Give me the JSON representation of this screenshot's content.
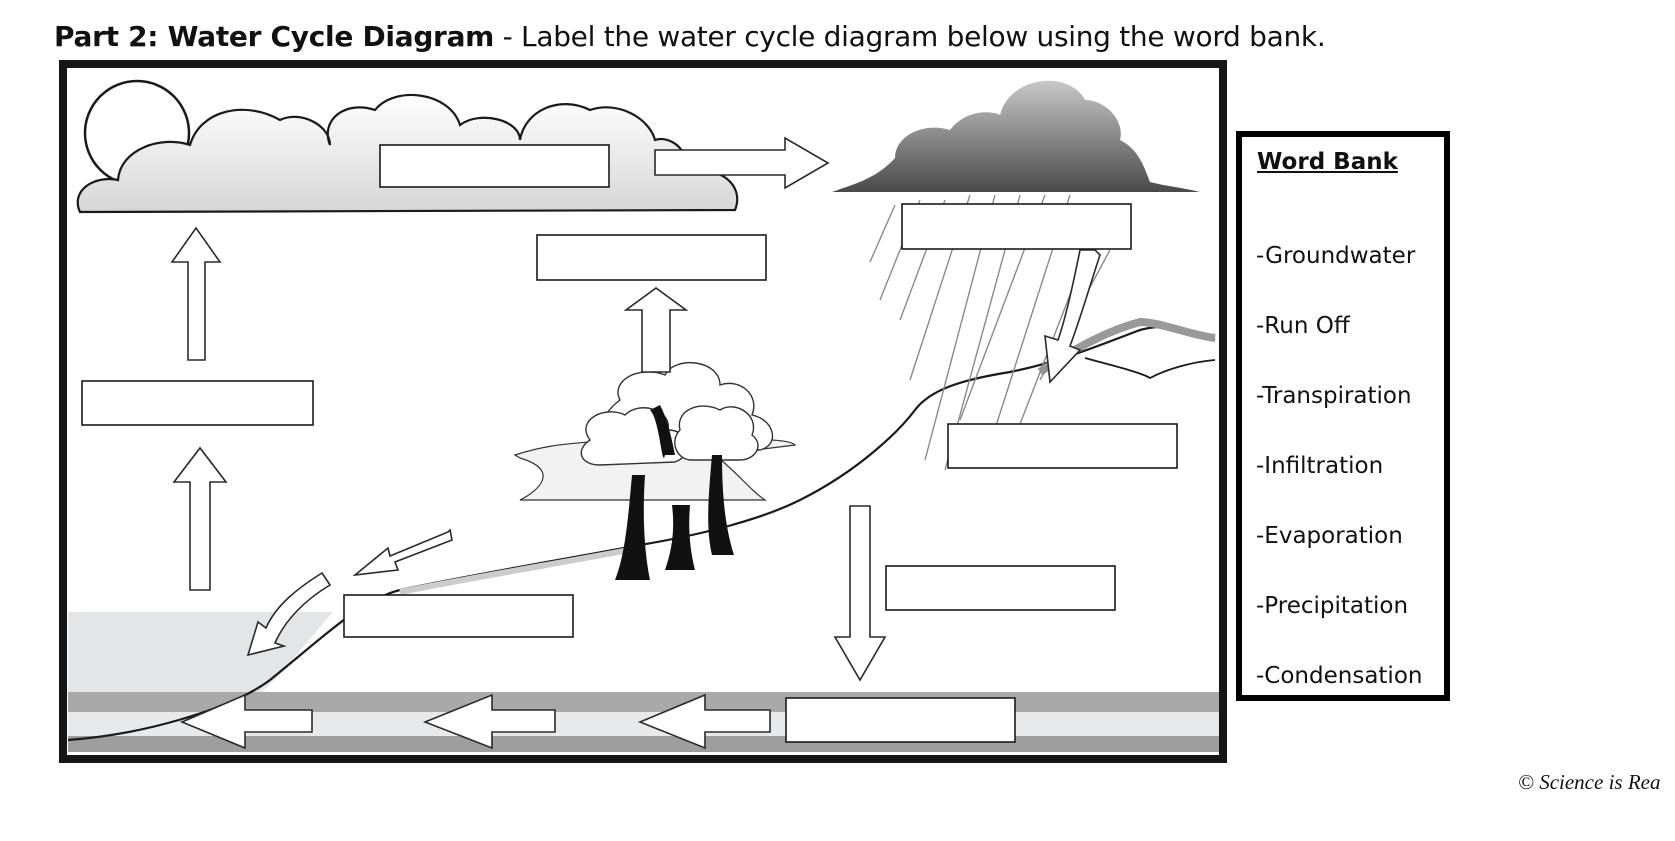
{
  "heading": {
    "bold": "Part 2: Water Cycle Diagram",
    "rest": " - Label the water cycle diagram below using the word bank."
  },
  "word_bank": {
    "title": "Word Bank",
    "items": [
      "-Groundwater",
      "-Run Off",
      "-Transpiration",
      "-Infiltration",
      "-Evaporation",
      "-Precipitation",
      "-Condensation"
    ]
  },
  "copyright": "© Science is Rea"
}
